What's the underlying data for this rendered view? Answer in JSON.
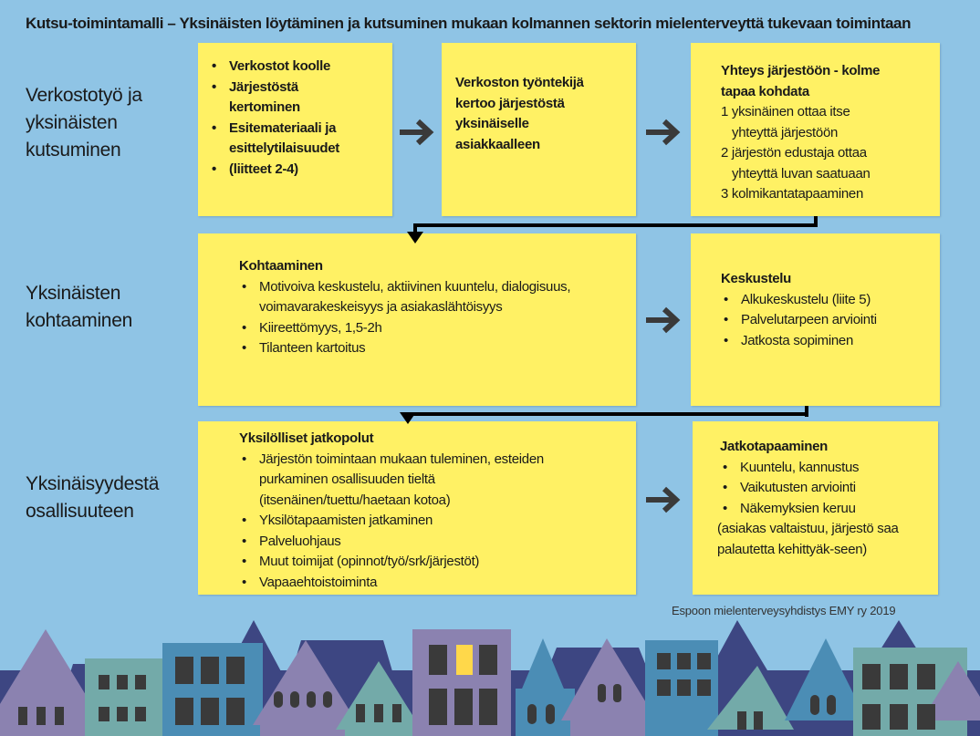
{
  "title": "Kutsu-toimintamalli – Yksinäisten löytäminen ja kutsuminen mukaan kolmannen sektorin mielenterveyttä tukevaan toimintaan",
  "rows": [
    {
      "label": [
        "Verkostotyö ja",
        "yksinäisten",
        "kutsuminen"
      ]
    },
    {
      "label": [
        "Yksinäisten",
        "kohtaaminen"
      ]
    },
    {
      "label": [
        "Yksinäisyydestä",
        "osallisuuteen"
      ]
    }
  ],
  "boxes": {
    "networks": {
      "items": [
        "Verkostot koolle",
        "Järjestöstä kertominen",
        "Esitemateriaali ja esittelytilaisuudet",
        "(liitteet 2-4)"
      ]
    },
    "worker": {
      "text": "Verkoston työntekijä kertoo järjestöstä yksinäiselle asiakkaalleen"
    },
    "contact": {
      "heading": "Yhteys järjestöön - kolme tapaa kohdata",
      "lines": [
        "1 yksinäinen ottaa itse",
        "yhteyttä järjestöön",
        "2 järjestön edustaja ottaa",
        "yhteyttä luvan saatuaan",
        "3 kolmikantatapaaminen"
      ]
    },
    "meeting": {
      "heading": "Kohtaaminen",
      "items": [
        "Motivoiva keskustelu, aktiivinen kuuntelu, dialogisuus, voimavarakeskeisyys ja asiakaslähtöisyys",
        "Kiireettömyys, 1,5-2h",
        "Tilanteen kartoitus"
      ]
    },
    "discussion": {
      "heading": "Keskustelu",
      "items": [
        "Alkukeskustelu (liite 5)",
        "Palvelutarpeen arviointi",
        "Jatkosta sopiminen"
      ]
    },
    "paths": {
      "heading": "Yksilölliset jatkopolut",
      "items": [
        "Järjestön toimintaan mukaan tuleminen, esteiden purkaminen osallisuuden tieltä (itsenäinen/tuettu/haetaan kotoa)",
        "Yksilötapaamisten jatkaminen",
        "Palveluohjaus",
        "Muut toimijat (opinnot/työ/srk/järjestöt)",
        "Vapaaehtoistoiminta"
      ]
    },
    "followup": {
      "heading": "Jatkotapaaminen",
      "items": [
        "Kuuntelu, kannustus",
        "Vaikutusten arviointi",
        "Näkemyksien keruu"
      ],
      "note": "(asiakas valtaistuu, järjestö saa palautetta kehittyäk-seen)"
    }
  },
  "credit": "Espoon mielenterveysyhdistys EMY ry 2019",
  "colors": {
    "background": "#8fc4e5",
    "box": "#fff164",
    "arrow": "#3a3a3a"
  }
}
